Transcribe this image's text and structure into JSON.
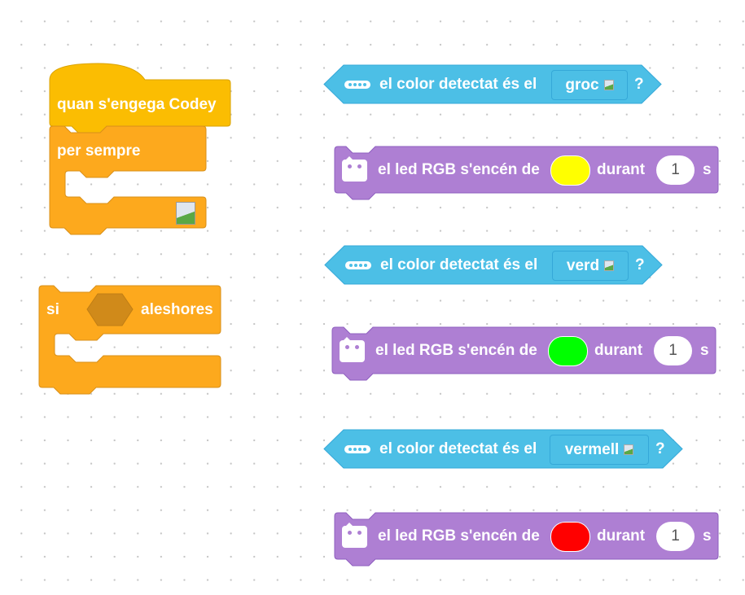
{
  "events": {
    "hat_label": "quan s'engega Codey"
  },
  "control": {
    "forever_label": "per sempre",
    "if_label": "si",
    "then_label": "aleshores"
  },
  "sensing": [
    {
      "label": "el color detectat és el",
      "value": "groc",
      "suffix": "?"
    },
    {
      "label": "el color detectat és el",
      "value": "verd",
      "suffix": "?"
    },
    {
      "label": "el color detectat és el",
      "value": "vermell",
      "suffix": "?"
    }
  ],
  "leds": [
    {
      "label": "el led RGB s'encén de",
      "color": "#ffff00",
      "during": "durant",
      "seconds": "1",
      "unit": "s"
    },
    {
      "label": "el led RGB s'encén de",
      "color": "#00ff00",
      "during": "durant",
      "seconds": "1",
      "unit": "s"
    },
    {
      "label": "el led RGB s'encén de",
      "color": "#ff0000",
      "during": "durant",
      "seconds": "1",
      "unit": "s"
    }
  ],
  "colors": {
    "hat": "#fbbd02",
    "control": "#fda91d",
    "sensing": "#4cbfe6",
    "looks": "#ae7fd3"
  }
}
